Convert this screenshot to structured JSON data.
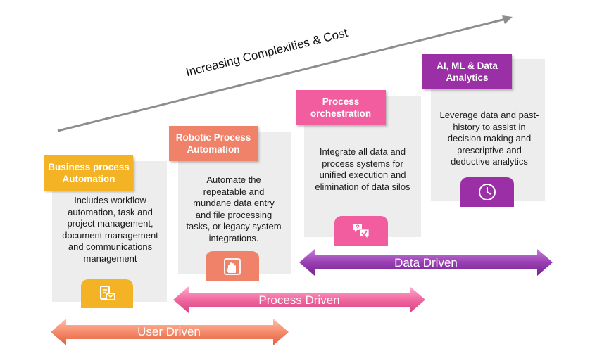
{
  "trend": {
    "label": "Increasing Complexities & Cost"
  },
  "stages": [
    {
      "title": "Business process Automation",
      "description": "Includes workflow automation, task and project management, document management and communications management",
      "color": "#f4b324",
      "icon": "document-mail-icon"
    },
    {
      "title": "Robotic Process Automation",
      "description": "Automate the repeatable and mundane data entry and file processing tasks, or legacy system integrations.",
      "color": "#f0826a",
      "icon": "hand-touch-icon"
    },
    {
      "title": "Process orchestration",
      "description": "Integrate all data and process systems for unified execution and elimination of data silos",
      "color": "#f25da0",
      "icon": "chat-check-icon"
    },
    {
      "title": "AI, ML & Data Analytics",
      "description": "Leverage data and past-history to assist in decision making and prescriptive and deductive analytics",
      "color": "#9b2fa6",
      "icon": "clock-icon"
    }
  ],
  "bands": [
    {
      "label": "User Driven",
      "color": "#f58b6b"
    },
    {
      "label": "Process Driven",
      "color": "#f0679f"
    },
    {
      "label": "Data Driven",
      "color": "#9a3fb3"
    }
  ]
}
